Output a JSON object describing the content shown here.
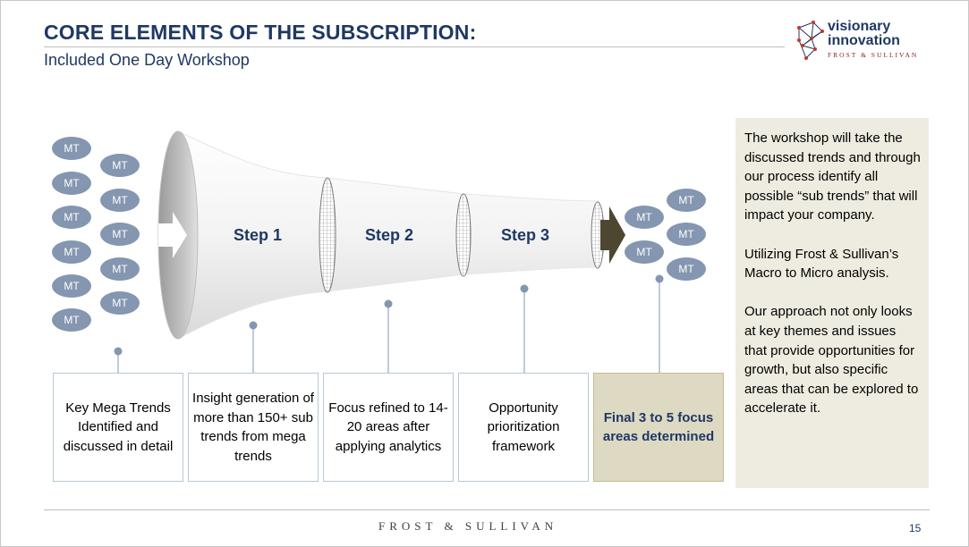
{
  "header": {
    "title": "CORE ELEMENTS OF THE SUBSCRIPTION:",
    "subtitle": "Included One Day Workshop"
  },
  "logo": {
    "line1": "visionary",
    "line2": "innovation",
    "line3": "FROST & SULLIVAN"
  },
  "funnel": {
    "steps": [
      "Step 1",
      "Step 2",
      "Step 3"
    ],
    "input_bubbles": [
      "MT",
      "MT",
      "MT",
      "MT",
      "MT",
      "MT",
      "MT",
      "MT",
      "MT",
      "MT",
      "MT"
    ],
    "output_bubbles": [
      "MT",
      "MT",
      "MT",
      "MT",
      "MT"
    ]
  },
  "boxes": [
    "Key Mega Trends Identified and discussed in detail",
    "Insight generation of more than 150+ sub trends from mega trends",
    "Focus refined to 14-20 areas after applying analytics",
    "Opportunity prioritization framework",
    "Final 3 to 5 focus areas determined"
  ],
  "side_panel": {
    "para1": "The workshop will take the discussed trends and through our process identify all possible “sub trends” that will impact your company.",
    "para2": "Utilizing Frost & Sullivan’s Macro to Micro analysis.",
    "para3": "Our approach not only looks at key themes and issues that provide opportunities for growth, but also specific areas that can be explored to accelerate it."
  },
  "footer": {
    "brand": "FROST & SULLIVAN",
    "page_number": "15"
  },
  "colors": {
    "title": "#1f3864",
    "bubble": "#8496b0",
    "final_box": "#ddd9c3",
    "side_panel": "#eeece1",
    "arrow": "#4d4630"
  }
}
